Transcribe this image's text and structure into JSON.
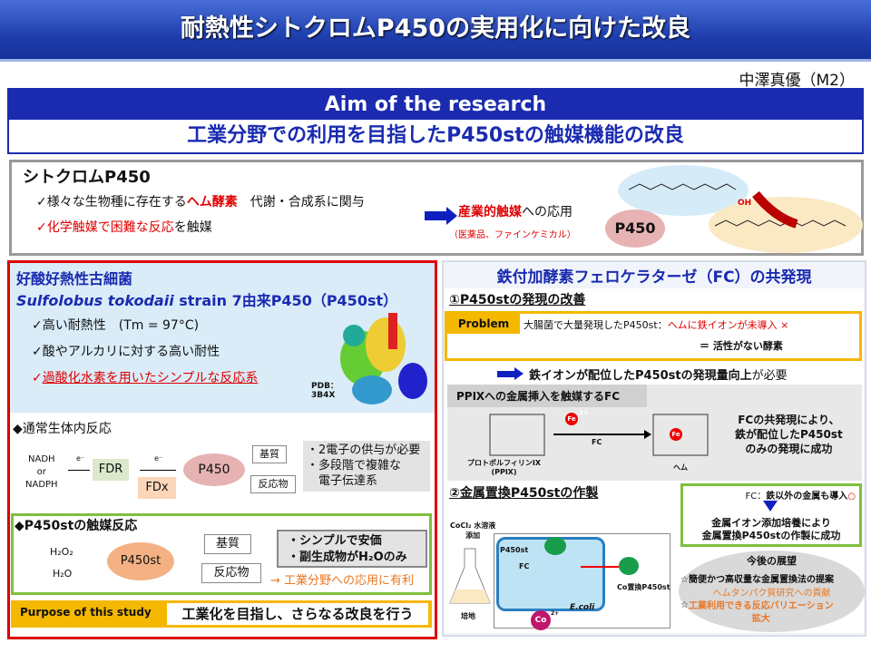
{
  "title": "耐熱性シトクロムP450の実用化に向けた改良",
  "author": "中澤真優（M2）",
  "aim": {
    "heading": "Aim of the research",
    "subtitle": "工業分野での利用を目指したP450stの触媒機能の改良"
  },
  "cytochrome": {
    "heading": "シトクロムP450",
    "line1_pre": "✓様々な生物種に存在する",
    "line1_red": "ヘム酵素",
    "line1_post": "　代謝・合成系に関与",
    "line2_red": "✓化学触媒で困難な反応",
    "line2_post": "を触媒",
    "app_red": "産業的触媒",
    "app_post": "への応用",
    "app_sub": "（医薬品、ファインケミカル）",
    "enzyme": "P450",
    "oh": "OH"
  },
  "archaea": {
    "heading": "好酸好熱性古細菌",
    "species_italic": "Sulfolobus tokodaii",
    "species_rest": " strain 7由来P450（P450st）",
    "point1": "✓高い耐熱性　(Tm = 97°C)",
    "point2": "✓酸やアルカリに対する高い耐性",
    "point3_check": "✓",
    "point3": "過酸化水素を用いたシンプルな反応系",
    "pdb": "PDB：\n3B4X"
  },
  "normal": {
    "heading": "◆通常生体内反応",
    "donor": "NADH\nor\nNADPH",
    "e": "e⁻",
    "fdr": "FDR",
    "fdx": "FDx",
    "p450": "P450",
    "substrate": "基質",
    "product": "反応物",
    "notes": [
      "・2電子の供与が必要",
      "・多段階で複雑な",
      "　電子伝達系"
    ]
  },
  "st_reaction": {
    "heading": "◆P450stの触媒反応",
    "h2o2": "H₂O₂",
    "h2o": "H₂O",
    "enzyme": "P450st",
    "substrate": "基質",
    "product": "反応物",
    "merits": [
      "・シンプルで安価",
      "・副生成物がH₂Oのみ"
    ],
    "conclusion": "→ 工業分野への応用に有利"
  },
  "purpose": {
    "label": "Purpose of this study",
    "text": "工業化を目指し、さらなる改良を行う"
  },
  "fc": {
    "heading": "鉄付加酵素フェロケラターゼ（FC）の共発現",
    "sec1": "①P450stの発現の改善",
    "problem_label": "Problem",
    "problem_pre": "大腸菌で大量発現したP450st：",
    "problem_red": "ヘムに鉄イオンが未導入 ×",
    "problem_eq": "＝ 活性がない酵素",
    "need_bold": "鉄イオンが配位したP450stの発現量向上",
    "need_post": "が必要",
    "fc_box": "PPⅨへの金属挿入を触媒するFC",
    "ppix": "プロトポルフィリンIX\n(PPⅨ)",
    "heme": "ヘム",
    "fe": "Fe",
    "fe_charge": "2+",
    "fc_label": "FC",
    "fc_result": "FCの共発現により、\n鉄が配位したP450st\nのみの発現に成功",
    "sec2": "②金属置換P450stの作製",
    "cocl2": "CoCl₂ 水溶液\n添加",
    "medium": "培地",
    "p450st": "P450st",
    "fc": "FC",
    "ecoli": "E.coli",
    "co": "Co",
    "co_charge": "2+",
    "co_product": "Co置換P450st",
    "callout_pre": "FC：",
    "callout_bold": "鉄以外の金属も導入",
    "callout_mark": "○",
    "callout_result": "金属イオン添加培養により\n金属置換P450stの作製に成功",
    "outlook_title": "今後の展望",
    "outlook1": "☆簡便かつ高収量な金属置換法の提案",
    "outlook1_sub": "ヘムタンパク質研究への貢献",
    "outlook2_star": "☆",
    "outlook2": "工業利用できる反応バリエーション\n拡大"
  },
  "colors": {
    "header": "#1f3fae",
    "aim": "#1a2bb0",
    "red": "#e00000",
    "orange": "#e87722",
    "green": "#7fbf3f",
    "gold": "#f5b800"
  }
}
